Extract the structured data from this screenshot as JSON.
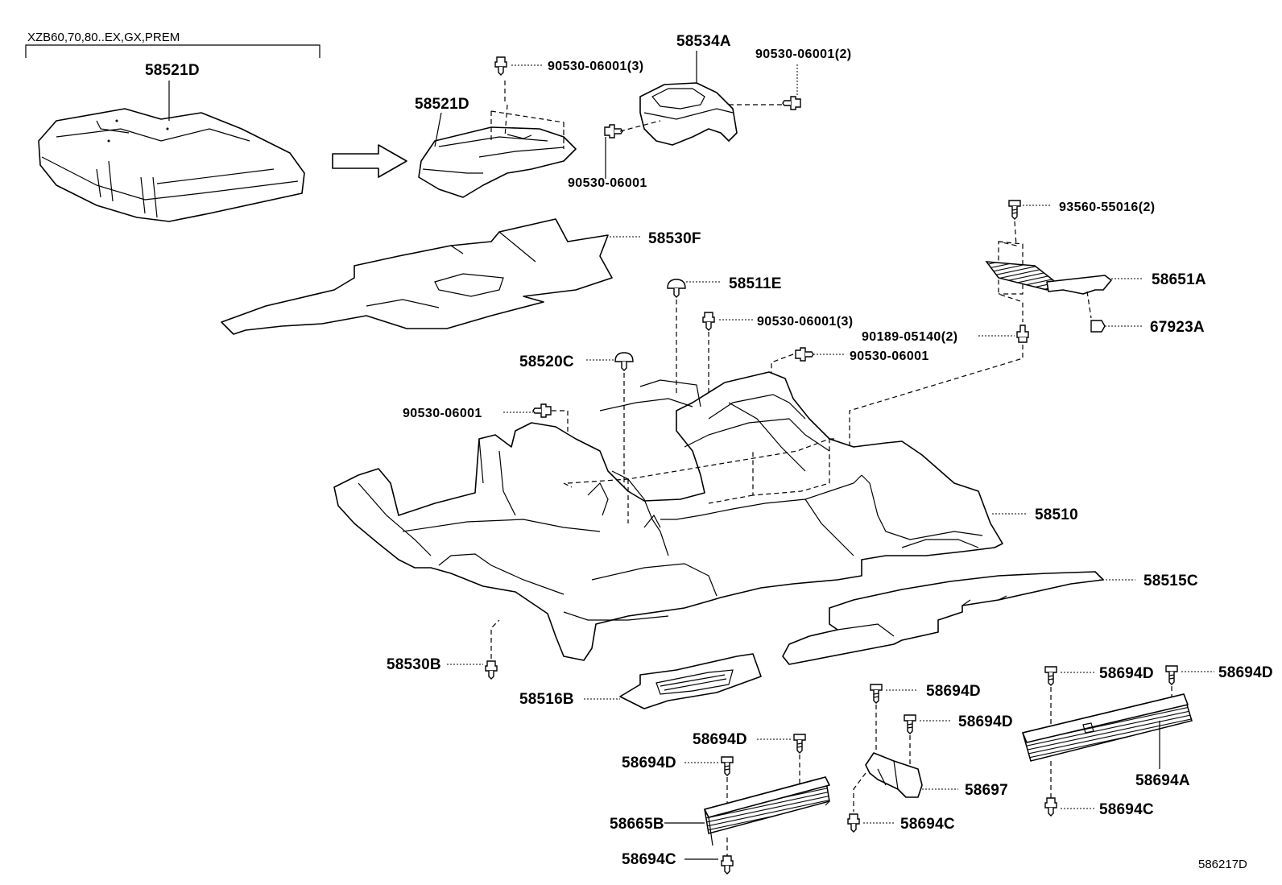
{
  "header": {
    "applicability": "XZB60,70,80..EX,GX,PREM"
  },
  "figure_number": "586217D",
  "labels": {
    "p58521D_a": "58521D",
    "p58521D_b": "58521D",
    "p58534A": "58534A",
    "p90530_3_top": "90530-06001(3)",
    "p90530_2_top": "90530-06001(2)",
    "p90530_center": "90530-06001",
    "p58530F": "58530F",
    "p93560": "93560-55016(2)",
    "p58651A": "58651A",
    "p58511E": "58511E",
    "p90530_3_mid": "90530-06001(3)",
    "p67923A": "67923A",
    "p90189": "90189-05140(2)",
    "p58520C": "58520C",
    "p90530_mid_right": "90530-06001",
    "p90530_left": "90530-06001",
    "p58510": "58510",
    "p58515C": "58515C",
    "p58530B": "58530B",
    "p58516B": "58516B",
    "p58694D_1": "58694D",
    "p58694D_2": "58694D",
    "p58694D_3": "58694D",
    "p58694D_4": "58694D",
    "p58694D_5": "58694D",
    "p58694D_6": "58694D",
    "p58694A": "58694A",
    "p58697": "58697",
    "p58665B": "58665B",
    "p58694C_1": "58694C",
    "p58694C_2": "58694C",
    "p58694C_3": "58694C"
  }
}
